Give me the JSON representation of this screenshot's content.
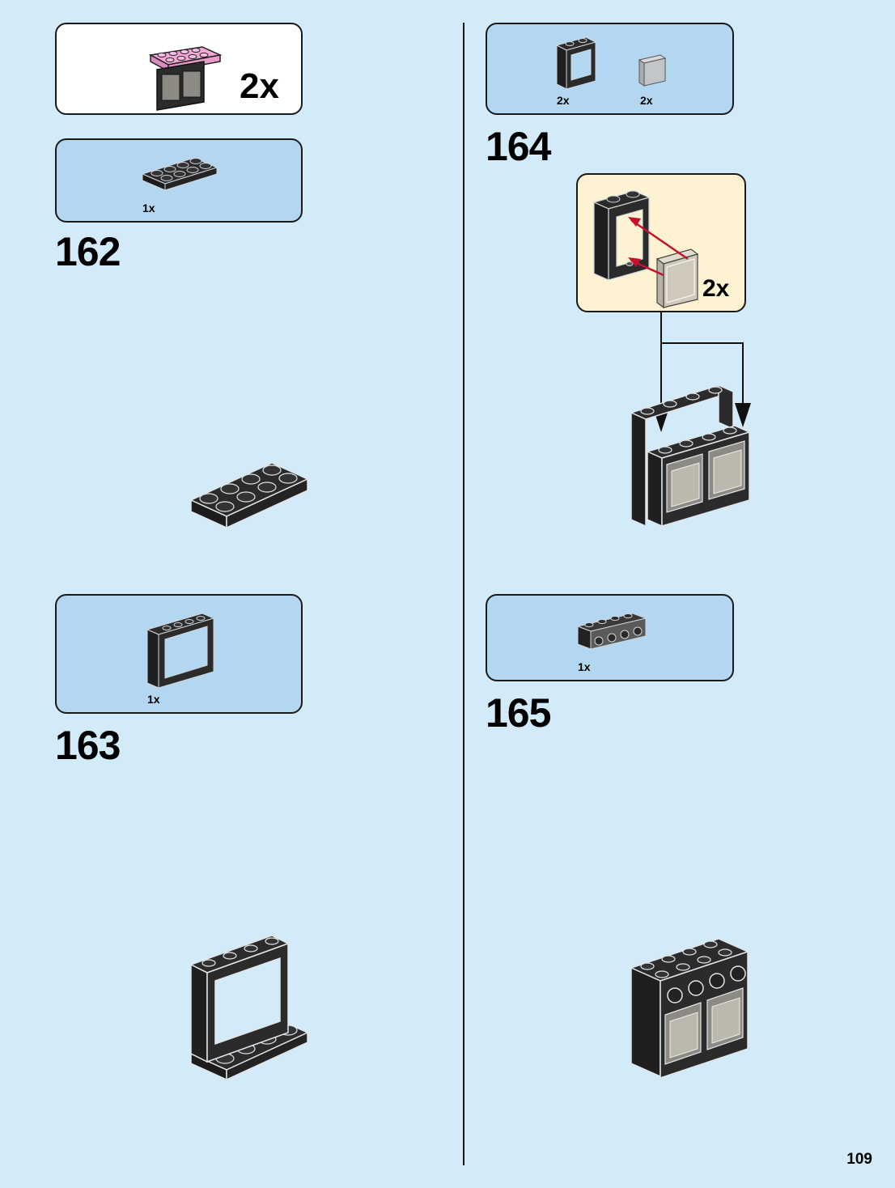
{
  "page_number": "109",
  "subassembly": {
    "quantity": "2x"
  },
  "steps": [
    {
      "number": "162",
      "parts": [
        {
          "name": "black-plate-2x4-icon",
          "quantity": "1x"
        }
      ]
    },
    {
      "number": "163",
      "parts": [
        {
          "name": "black-window-frame-1x4x3-icon",
          "quantity": "1x"
        }
      ]
    },
    {
      "number": "164",
      "parts": [
        {
          "name": "black-window-frame-1x2x2-icon",
          "quantity": "2x"
        },
        {
          "name": "trans-clear-glass-pane-icon",
          "quantity": "2x"
        }
      ],
      "callout_quantity": "2x"
    },
    {
      "number": "165",
      "parts": [
        {
          "name": "black-brick-1x4-studs-on-side-icon",
          "quantity": "1x"
        }
      ]
    }
  ],
  "colors": {
    "page_background": "#d3eaf9",
    "parts_box": "#b3d7f1",
    "callout": "#fdf3d2",
    "arrow": "#c8102e",
    "pink_plate": "#f4a6d7",
    "brick_black": "#2b2b2b"
  }
}
